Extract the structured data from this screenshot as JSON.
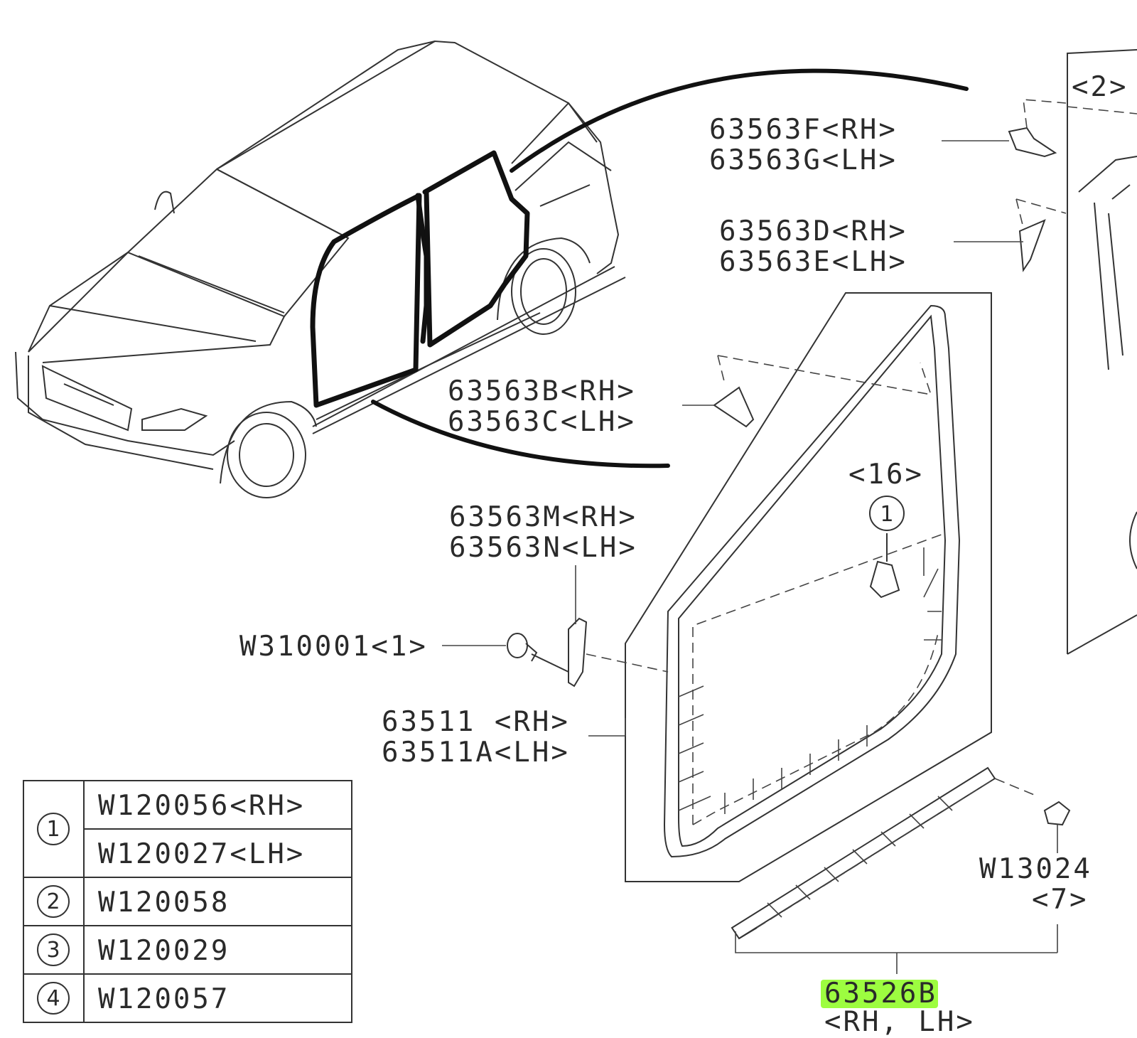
{
  "callouts": {
    "c2": "<2>",
    "l63563F": "63563F<RH>",
    "l63563G": "63563G<LH>",
    "l63563D": "63563D<RH>",
    "l63563E": "63563E<LH>",
    "l63563B": "63563B<RH>",
    "l63563C": "63563C<LH>",
    "q16": "<16>",
    "l63563M": "63563M<RH>",
    "l63563N": "63563N<LH>",
    "w310001": "W310001<1>",
    "l63511": "63511 <RH>",
    "l63511A": "63511A<LH>",
    "w13024": "W13024",
    "q7": "<7>",
    "l63526B": "63526B",
    "rhlh": "<RH, LH>"
  },
  "table": {
    "rows": [
      {
        "ref": "1",
        "parts": [
          "W120056<RH>",
          "W120027<LH>"
        ]
      },
      {
        "ref": "2",
        "parts": [
          "W120058"
        ]
      },
      {
        "ref": "3",
        "parts": [
          "W120029"
        ]
      },
      {
        "ref": "4",
        "parts": [
          "W120057"
        ]
      }
    ]
  },
  "ref_marker": "1",
  "highlight_color": "#7CFC00"
}
